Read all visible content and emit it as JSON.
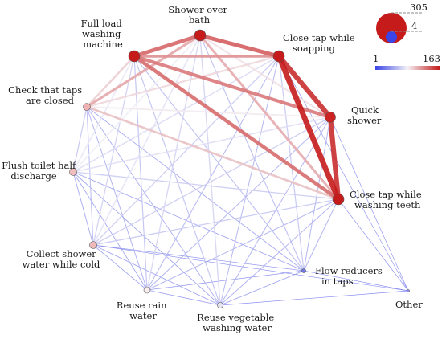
{
  "nodes": [
    {
      "id": "shower_bath",
      "label": [
        "Shower over",
        "bath"
      ],
      "color": "#c51b1b"
    },
    {
      "id": "close_tap_soap",
      "label": [
        "Close tap while",
        "soapping"
      ],
      "color": "#c51b1b"
    },
    {
      "id": "quick_shower",
      "label": [
        "Quick",
        "shower"
      ],
      "color": "#cc2222"
    },
    {
      "id": "close_tap_teeth",
      "label": [
        "Close tap while",
        "washing teeth"
      ],
      "color": "#c51b1b"
    },
    {
      "id": "flow_reducers",
      "label": [
        "Flow reducers",
        "in taps"
      ],
      "color": "#6f78e6"
    },
    {
      "id": "other",
      "label": [
        "Other"
      ],
      "color": "#8b91ee"
    },
    {
      "id": "reuse_veg",
      "label": [
        "Reuse vegetable",
        "washing water"
      ],
      "color": "#e7e6ef"
    },
    {
      "id": "reuse_rain",
      "label": [
        "Reuse rain",
        "water"
      ],
      "color": "#fbeeee"
    },
    {
      "id": "collect_shower",
      "label": [
        "Collect shower",
        "water while cold"
      ],
      "color": "#f0b9b9"
    },
    {
      "id": "flush_toilet",
      "label": [
        "Flush toilet half",
        "discharge"
      ],
      "color": "#f2bdbd"
    },
    {
      "id": "check_taps",
      "label": [
        "Check that taps",
        "are closed"
      ],
      "color": "#efb1b1"
    },
    {
      "id": "full_load",
      "label": [
        "Full load",
        "washing",
        "machine"
      ],
      "color": "#c51b1b"
    }
  ],
  "edges": [
    {
      "a": "close_tap_soap",
      "b": "close_tap_teeth",
      "w": 163
    },
    {
      "a": "close_tap_soap",
      "b": "quick_shower",
      "w": 150
    },
    {
      "a": "quick_shower",
      "b": "close_tap_teeth",
      "w": 150
    },
    {
      "a": "shower_bath",
      "b": "close_tap_soap",
      "w": 120
    },
    {
      "a": "full_load",
      "b": "shower_bath",
      "w": 115
    },
    {
      "a": "full_load",
      "b": "close_tap_teeth",
      "w": 112
    },
    {
      "a": "full_load",
      "b": "quick_shower",
      "w": 105
    },
    {
      "a": "full_load",
      "b": "close_tap_soap",
      "w": 92
    },
    {
      "a": "shower_bath",
      "b": "close_tap_teeth",
      "w": 78
    },
    {
      "a": "check_taps",
      "b": "shower_bath",
      "w": 80
    },
    {
      "a": "check_taps",
      "b": "close_tap_teeth",
      "w": 68
    },
    {
      "a": "full_load",
      "b": "check_taps",
      "w": 62
    },
    {
      "a": "check_taps",
      "b": "close_tap_soap",
      "w": 58
    },
    {
      "a": "shower_bath",
      "b": "quick_shower",
      "w": 54
    },
    {
      "a": "check_taps",
      "b": "quick_shower",
      "w": 50
    },
    {
      "a": "close_tap_soap",
      "b": "flow_reducers",
      "w": 28
    },
    {
      "a": "shower_bath",
      "b": "flush_toilet",
      "w": 45
    },
    {
      "a": "full_load",
      "b": "flush_toilet",
      "w": 42
    },
    {
      "a": "shower_bath",
      "b": "collect_shower",
      "w": 40
    },
    {
      "a": "quick_shower",
      "b": "flush_toilet",
      "w": 38
    },
    {
      "a": "close_tap_soap",
      "b": "flush_toilet",
      "w": 36
    },
    {
      "a": "shower_bath",
      "b": "reuse_rain",
      "w": 34
    },
    {
      "a": "shower_bath",
      "b": "reuse_veg",
      "w": 34
    },
    {
      "a": "full_load",
      "b": "collect_shower",
      "w": 32
    },
    {
      "a": "close_tap_teeth",
      "b": "flush_toilet",
      "w": 30
    },
    {
      "a": "quick_shower",
      "b": "collect_shower",
      "w": 30
    },
    {
      "a": "close_tap_soap",
      "b": "collect_shower",
      "w": 30
    },
    {
      "a": "close_tap_teeth",
      "b": "collect_shower",
      "w": 28
    },
    {
      "a": "check_taps",
      "b": "flush_toilet",
      "w": 28
    },
    {
      "a": "full_load",
      "b": "reuse_rain",
      "w": 26
    },
    {
      "a": "full_load",
      "b": "reuse_veg",
      "w": 26
    },
    {
      "a": "full_load",
      "b": "flow_reducers",
      "w": 24
    },
    {
      "a": "shower_bath",
      "b": "flow_reducers",
      "w": 24
    },
    {
      "a": "check_taps",
      "b": "collect_shower",
      "w": 24
    },
    {
      "a": "close_tap_soap",
      "b": "reuse_rain",
      "w": 22
    },
    {
      "a": "close_tap_soap",
      "b": "reuse_veg",
      "w": 22
    },
    {
      "a": "quick_shower",
      "b": "reuse_rain",
      "w": 20
    },
    {
      "a": "close_tap_teeth",
      "b": "reuse_rain",
      "w": 20
    },
    {
      "a": "quick_shower",
      "b": "reuse_veg",
      "w": 20
    },
    {
      "a": "close_tap_teeth",
      "b": "reuse_veg",
      "w": 20
    },
    {
      "a": "quick_shower",
      "b": "flow_reducers",
      "w": 20
    },
    {
      "a": "close_tap_teeth",
      "b": "flow_reducers",
      "w": 20
    },
    {
      "a": "check_taps",
      "b": "reuse_rain",
      "w": 18
    },
    {
      "a": "check_taps",
      "b": "reuse_veg",
      "w": 18
    },
    {
      "a": "check_taps",
      "b": "flow_reducers",
      "w": 16
    },
    {
      "a": "flush_toilet",
      "b": "collect_shower",
      "w": 16
    },
    {
      "a": "flush_toilet",
      "b": "reuse_rain",
      "w": 14
    },
    {
      "a": "flush_toilet",
      "b": "reuse_veg",
      "w": 14
    },
    {
      "a": "flush_toilet",
      "b": "flow_reducers",
      "w": 14
    },
    {
      "a": "collect_shower",
      "b": "reuse_rain",
      "w": 14
    },
    {
      "a": "collect_shower",
      "b": "reuse_veg",
      "w": 14
    },
    {
      "a": "collect_shower",
      "b": "flow_reducers",
      "w": 12
    },
    {
      "a": "reuse_rain",
      "b": "reuse_veg",
      "w": 12
    },
    {
      "a": "reuse_rain",
      "b": "flow_reducers",
      "w": 10
    },
    {
      "a": "reuse_veg",
      "b": "flow_reducers",
      "w": 12
    },
    {
      "a": "close_tap_soap",
      "b": "other",
      "w": 4
    },
    {
      "a": "quick_shower",
      "b": "other",
      "w": 4
    },
    {
      "a": "close_tap_teeth",
      "b": "other",
      "w": 4
    },
    {
      "a": "flow_reducers",
      "b": "other",
      "w": 4
    },
    {
      "a": "reuse_veg",
      "b": "other",
      "w": 3
    },
    {
      "a": "collect_shower",
      "b": "other",
      "w": 3
    }
  ],
  "legend": {
    "size_max": "305",
    "size_min": "4",
    "color_min": "1",
    "color_max": "163",
    "color_low": "#3b44e6",
    "color_mid": "#f4f2f6",
    "color_high": "#c51b1b"
  }
}
